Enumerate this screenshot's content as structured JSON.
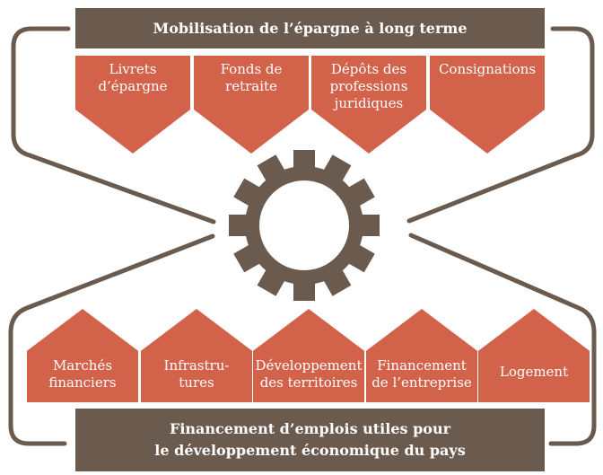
{
  "top_banner": "Mobilisation de l’épargne à long terme",
  "sources": [
    {
      "line1": "Livrets",
      "line2": "d’épargne",
      "line3": ""
    },
    {
      "line1": "Fonds de",
      "line2": "retraite",
      "line3": ""
    },
    {
      "line1": "Dépôts des",
      "line2": "professions",
      "line3": "juridiques"
    },
    {
      "line1": "Consignations",
      "line2": "",
      "line3": ""
    }
  ],
  "uses": [
    {
      "line1": "Marchés",
      "line2": "financiers"
    },
    {
      "line1": "Infrastru-",
      "line2": "tures"
    },
    {
      "line1": "Développement",
      "line2": "des territoires"
    },
    {
      "line1": "Financement",
      "line2": "de l’entreprise"
    },
    {
      "line1": "Logement",
      "line2": ""
    }
  ],
  "bottom_banner": {
    "line1": "Financement d’emplois utiles pour",
    "line2": "le développement économique du pays"
  },
  "colors": {
    "brown": "#6b5a4e",
    "orange": "#d2624a"
  }
}
